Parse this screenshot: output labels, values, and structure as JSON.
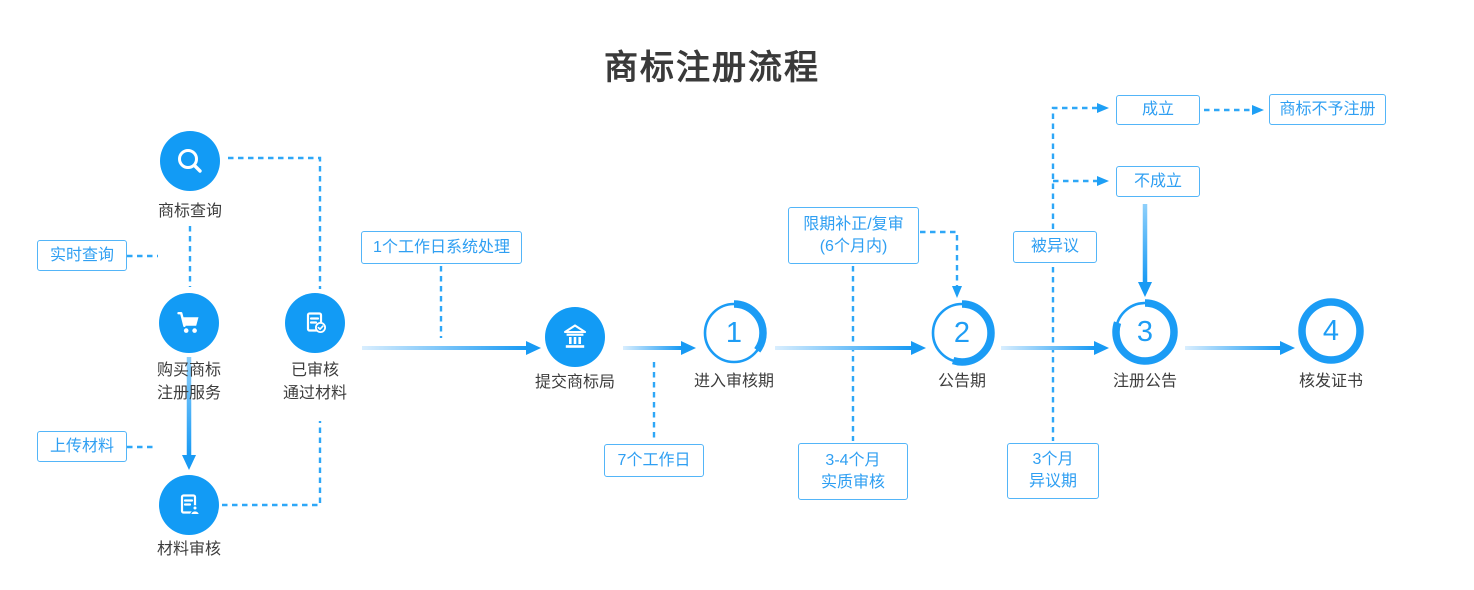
{
  "title": "商标注册流程",
  "nodes": {
    "query": {
      "label": "商标查询"
    },
    "buy": {
      "line1": "购买商标",
      "line2": "注册服务"
    },
    "review": {
      "label": "材料审核"
    },
    "approved": {
      "line1": "已审核",
      "line2": "通过材料"
    },
    "bank": {
      "label": "提交商标局"
    }
  },
  "steps": [
    {
      "number": "1",
      "label": "进入审核期"
    },
    {
      "number": "2",
      "label": "公告期"
    },
    {
      "number": "3",
      "label": "注册公告"
    },
    {
      "number": "4",
      "label": "核发证书"
    }
  ],
  "callouts": {
    "realtime_query": "实时查询",
    "upload_materials": "上传材料",
    "one_workday_processing": "1个工作日系统处理",
    "seven_workdays": "7个工作日",
    "correction_review_line1": "限期补正/复审",
    "correction_review_line2": "(6个月内)",
    "substantive_line1": "3-4个月",
    "substantive_line2": "实质审核",
    "opposed": "被异议",
    "opposition_period_line1": "3个月",
    "opposition_period_line2": "异议期",
    "established": "成立",
    "not_established": "不成立",
    "not_registered": "商标不予注册"
  },
  "colors": {
    "primary_blue": "#129BF5",
    "callout_border": "#53B5F8",
    "callout_text": "#2F9FF2",
    "label_text": "#3D3D3D"
  }
}
